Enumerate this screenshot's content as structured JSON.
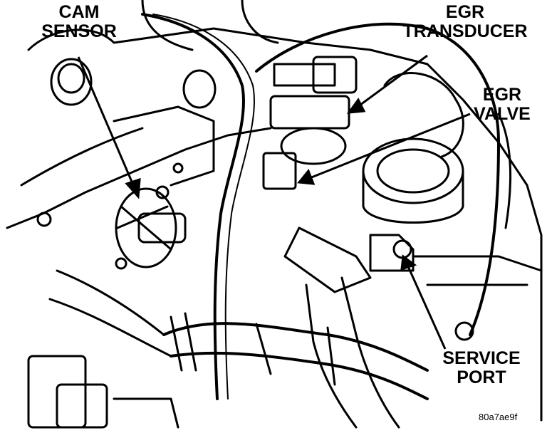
{
  "labels": {
    "cam_sensor": [
      "CAM",
      "SENSOR"
    ],
    "egr_transducer": [
      "EGR",
      "TRANSDUCER"
    ],
    "egr_valve": [
      "EGR",
      "VALVE"
    ],
    "service_port": [
      "SERVICE",
      "PORT"
    ]
  },
  "figure_ref": "80a7ae9f",
  "colors": {
    "ink": "#000000",
    "paper": "#ffffff"
  }
}
